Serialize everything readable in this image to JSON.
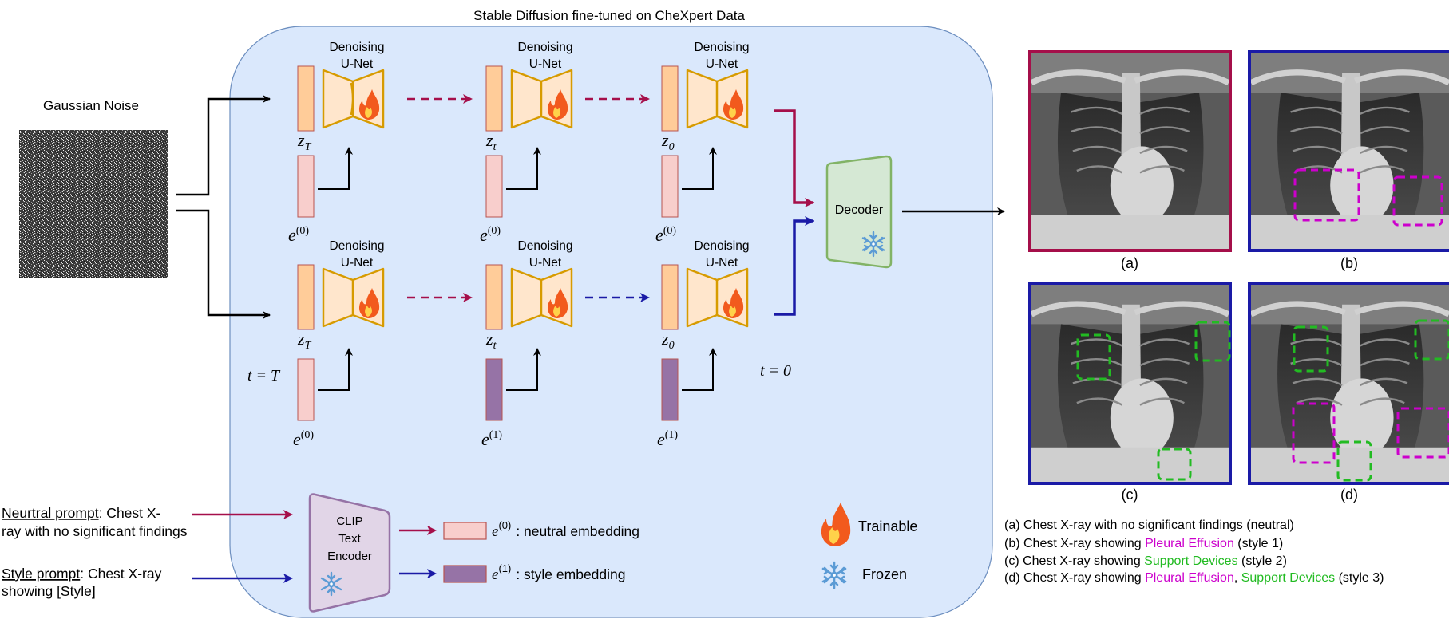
{
  "title": "Stable Diffusion fine-tuned on CheXpert Data",
  "noise": {
    "label": "Gaussian Noise"
  },
  "unet": {
    "line1": "Denoising",
    "line2": "U-Net"
  },
  "latents": {
    "zT_main": "z",
    "zT_sub": "T",
    "zt_main": "z",
    "zt_sub": "t",
    "z0_main": "z",
    "z0_sub": "0"
  },
  "embeddings": {
    "e0_main": "e",
    "e0_sup": "(0)",
    "e1_main": "e",
    "e1_sup": "(1)"
  },
  "time": {
    "t_T": "t = T",
    "t_0": "t = 0"
  },
  "decoder": {
    "label": "Decoder"
  },
  "clip": {
    "line1": "CLIP",
    "line2": "Text",
    "line3": "Encoder"
  },
  "legend": {
    "neutral_text": ": neutral embedding",
    "style_text": ": style embedding",
    "trainable": "Trainable",
    "frozen": "Frozen"
  },
  "prompts": {
    "neutral_label": "Neurtral prompt",
    "neutral_rest1": ": Chest X-",
    "neutral_line2": "ray with no significant findings",
    "style_label": "Style prompt",
    "style_rest1": ": Chest X-ray",
    "style_line2": " showing [Style]"
  },
  "panels": {
    "a": "(a)",
    "b": "(b)",
    "c": "(c)",
    "d": "(d)"
  },
  "captions": {
    "a": "(a) Chest X-ray with no significant findings (neutral)",
    "b_pre": "(b) Chest X-ray showing ",
    "b_hl": "Pleural Effusion",
    "b_post": " (style 1)",
    "c_pre": "(c) Chest X-ray showing ",
    "c_hl": "Support Devices",
    "c_post": " (style 2)",
    "d_pre": "(d) Chest X-ray showing ",
    "d_hl1": "Pleural Effusion",
    "d_sep": ", ",
    "d_hl2": "Support Devices",
    "d_post": " (style 3)"
  },
  "colors": {
    "panel_bg": "#dae8fc",
    "panel_border": "#6c8ebf",
    "unet_fill": "#ffe6cc",
    "unet_stroke": "#d79b00",
    "latent_fill": "#ffcc99",
    "neutral_emb": "#f8cecc",
    "style_emb": "#9673a6",
    "emb_stroke": "#b85450",
    "decoder_fill": "#d5e8d4",
    "decoder_stroke": "#82b366",
    "clip_fill": "#e1d5e7",
    "clip_stroke": "#9673a6",
    "crimson": "#a50f4a",
    "navy": "#1a1aa6",
    "magenta": "#cc00cc",
    "green": "#22bb22"
  }
}
